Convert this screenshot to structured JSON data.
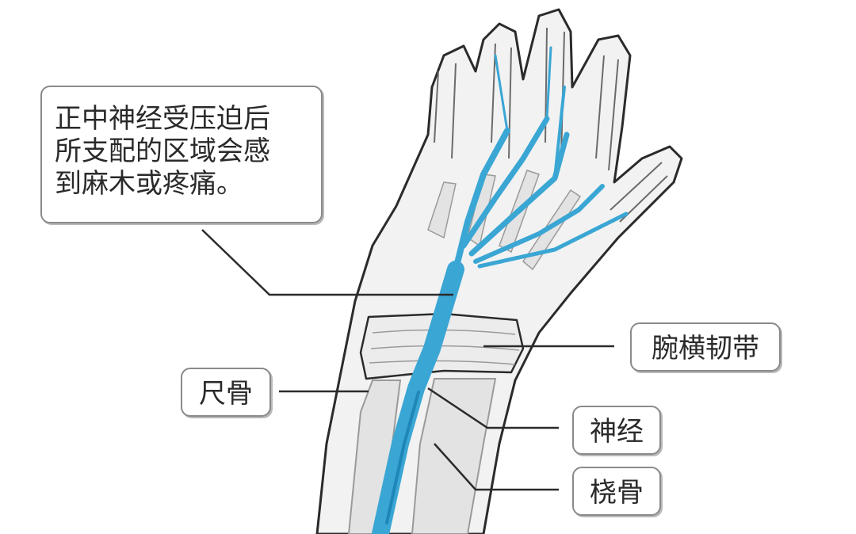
{
  "note": {
    "lines": [
      "正中神经受压迫后",
      "所支配的区域会感",
      "到麻木或疼痛。"
    ]
  },
  "labels": {
    "transverse_carpal_ligament": "腕横韧带",
    "ulna": "尺骨",
    "nerve": "神经",
    "radius": "桡骨"
  },
  "colors": {
    "nerve": "#3aa6d4",
    "nerve_dark": "#1f86b8",
    "outline": "#2b2b2b",
    "skin": "#f2f2f2",
    "bone": "#e3e3e3",
    "ligament": "#ececec",
    "callout_border": "#8a8a8a"
  }
}
